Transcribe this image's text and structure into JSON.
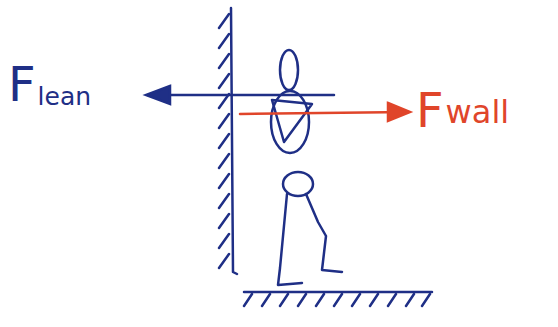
{
  "diagram": {
    "labels": [
      "F",
      "lean",
      "F",
      "wall"
    ]
  }
}
